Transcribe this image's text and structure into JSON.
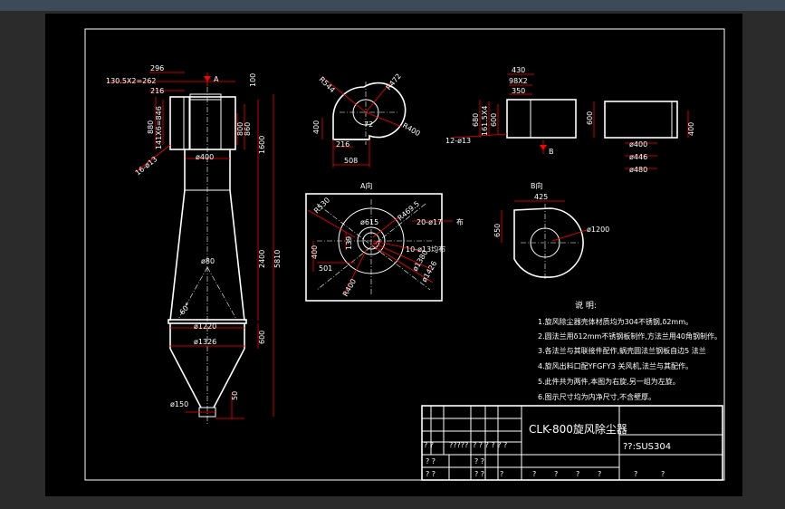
{
  "views": {
    "front": {
      "dims": [
        "296",
        "130.5X2=262",
        "216",
        "880",
        "141X6=846",
        "16-ø13",
        "800",
        "860",
        "1600",
        "100",
        "ø400",
        "2400",
        "5810",
        "ø80",
        "60°",
        "ø1220",
        "ø1326",
        "600",
        "ø150",
        "50"
      ],
      "arrow_label": "A"
    },
    "top": {
      "dims": [
        "R544",
        "R472",
        "R400",
        "400",
        "216",
        "508",
        "72"
      ]
    },
    "outlet_side": {
      "dims": [
        "430",
        "98X2",
        "350",
        "680",
        "161.5X4",
        "600",
        "12-ø13",
        "600",
        "ø400",
        "ø446",
        "ø480",
        "400"
      ],
      "arrow_label": "B"
    },
    "view_a": {
      "title": "A向",
      "dims": [
        "R530",
        "R469.5",
        "ø615",
        "20-ø17",
        "布",
        "139",
        "ø13",
        "ø1380",
        "ø1426",
        "400",
        "501",
        "R400",
        "10-ø13均布"
      ]
    },
    "view_b": {
      "title": "B向",
      "dims": [
        "425",
        "650",
        "ø1200"
      ]
    }
  },
  "notes": {
    "heading": "说    明:",
    "lines": [
      "1.旋风除尘器壳体材质均为304不锈钢,δ2mm。",
      "2.圆法兰用δ12mm不锈钢板制作,方法兰用40角钢制作。",
      "3.各法兰与其联接件配作,蜗壳圆法兰钢板自边5 法兰",
      "4.旋风出料口配YFGFY3 关风机,法兰与其配作。",
      "5.此件共为两件,本图为右旋,另一组为左旋。",
      "6.图示尺寸均为内净尺寸,不含壁厚。"
    ]
  },
  "title_block": {
    "drawing_title": "CLK-800旋风除尘器",
    "material": "??:SUS304",
    "row_text_1": "? ?",
    "row_text_2": "?????",
    "row_text_3": "? ? ? ? ? ?",
    "cell_q": "?"
  }
}
